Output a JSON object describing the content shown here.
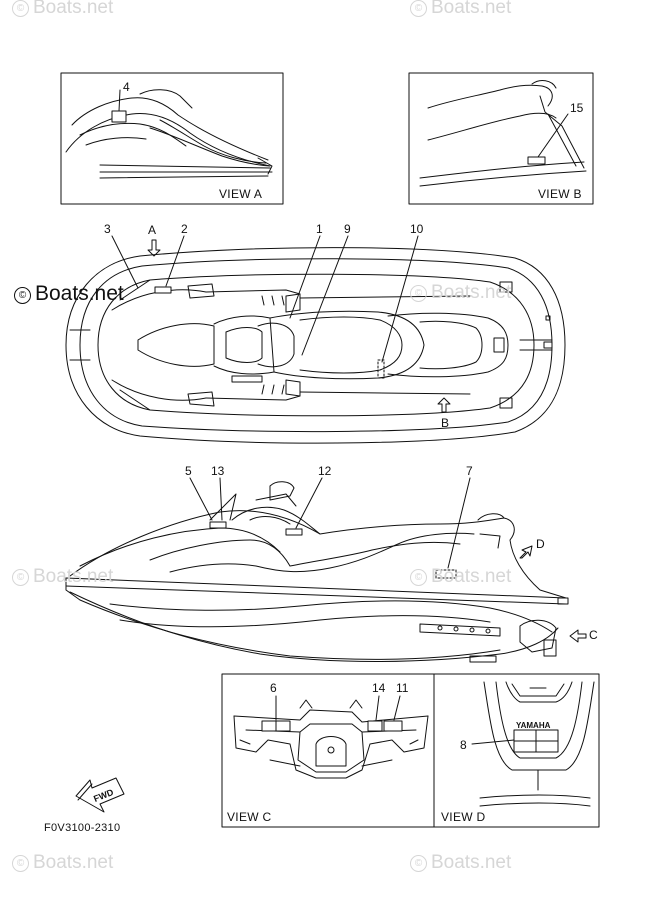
{
  "watermarks": {
    "text": "Boats.net",
    "symbol": "©"
  },
  "callouts": [
    "1",
    "2",
    "3",
    "4",
    "5",
    "6",
    "7",
    "8",
    "9",
    "10",
    "11",
    "12",
    "13",
    "14",
    "15"
  ],
  "view_labels": {
    "a": "VIEW A",
    "b": "VIEW B",
    "c": "VIEW C",
    "d": "VIEW D"
  },
  "arrow_letters": {
    "a": "A",
    "b": "B",
    "c": "C",
    "d": "D"
  },
  "fwd_label": "FWD",
  "brand_plate": "YAMAHA",
  "drawing_code": "F0V3100-2310"
}
